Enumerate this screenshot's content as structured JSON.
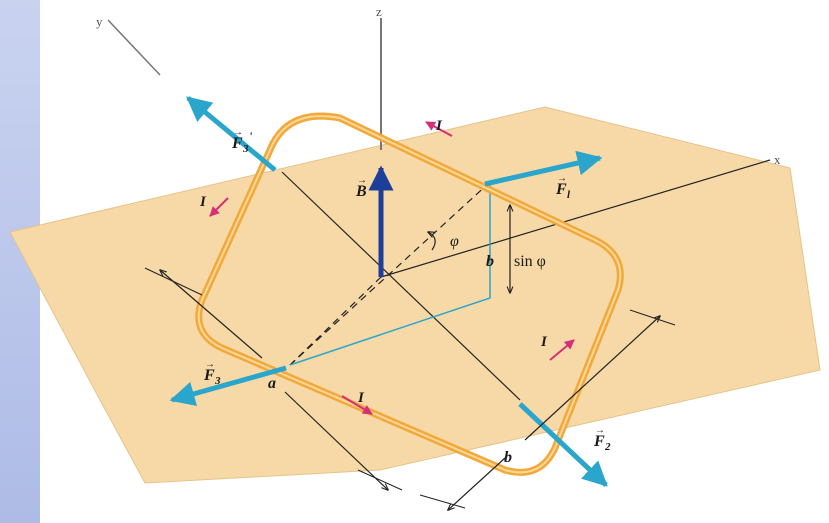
{
  "axes": {
    "x": "x",
    "y": "y",
    "z": "z"
  },
  "vectors": {
    "B": "B",
    "F1": "F",
    "F1_sub": "l",
    "F2": "F",
    "F2_sub": "2",
    "F3": "F",
    "F3_sub": "3",
    "F4": "F",
    "F4_sub": "3",
    "F4_prime": "'"
  },
  "current_labels": [
    "I",
    "I",
    "I",
    "I"
  ],
  "angle": {
    "phi": "φ"
  },
  "dimensions": {
    "a": "a",
    "b": "b",
    "b_sin_phi_b": "b",
    "b_sin_phi_sin": "sin φ"
  },
  "colors": {
    "plane": "#f6d9a6",
    "loop": "#f2a93b",
    "force_arrow": "#2aa6cc",
    "field_arrow": "#1d3f99",
    "current_arrow": "#d4307a",
    "sidebar": "#aebbe6"
  }
}
